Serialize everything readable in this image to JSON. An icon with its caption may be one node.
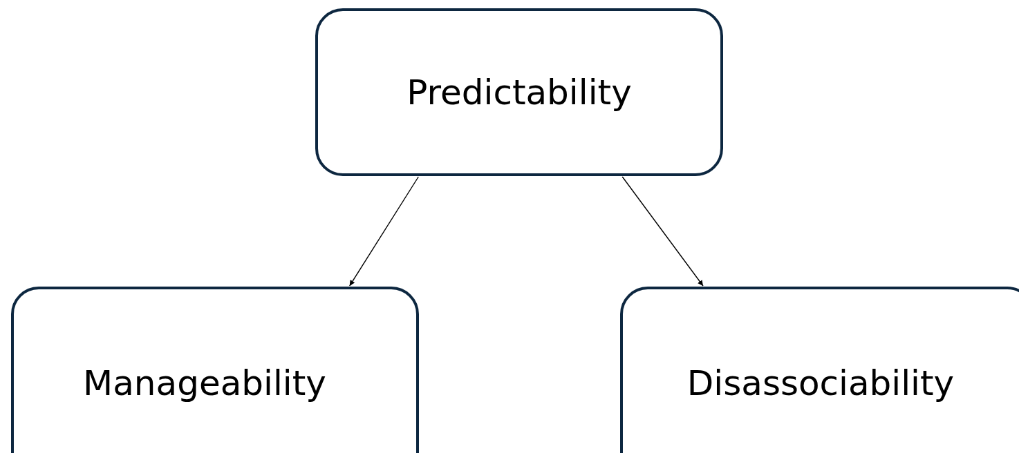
{
  "diagram": {
    "nodes": [
      {
        "text": [
          "Predictability"
        ]
      },
      {
        "text": [
          "Manageability"
        ]
      },
      {
        "text": [
          "Disassociability"
        ]
      }
    ],
    "edges": [
      {
        "from": 0,
        "to": 1,
        "arrow": "to"
      },
      {
        "from": 0,
        "to": 2,
        "arrow": "to"
      }
    ]
  }
}
